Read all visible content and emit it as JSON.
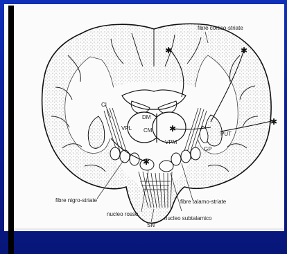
{
  "labels": {
    "fibre_cortico_striate": "fibre cortico-striate",
    "ci": "CI",
    "dm": "DM",
    "cm": "CM",
    "vpl": "VPL",
    "vpm": "VPM",
    "put": "PUT",
    "gp": "GP",
    "fibre_nigro_striate": "fibre nigro-striate",
    "fibre_talamo_striate": "fibre talamo-striate",
    "nucleo_rosso": "nucleo rosso",
    "nucleo_subtalamico": "nucleo subtalamico",
    "sn": "SN"
  },
  "colors": {
    "background": "#0a1f9a",
    "panel": "#fbfbfb",
    "ink": "#222222"
  }
}
